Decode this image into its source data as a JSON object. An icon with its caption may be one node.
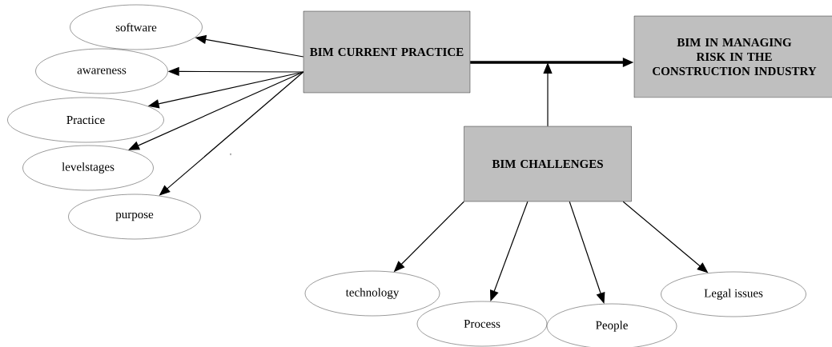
{
  "diagram": {
    "nodes": [
      {
        "text": [
          "BIM CURRENT PRACTICE"
        ]
      },
      {
        "text": [
          "software"
        ]
      },
      {
        "text": [
          "awareness"
        ]
      },
      {
        "text": [
          "Practice"
        ]
      },
      {
        "text": [
          "levelstages"
        ]
      },
      {
        "text": [
          "purpose"
        ]
      },
      {
        "text": [
          "BIM IN MANAGING RISK IN THE CONSTRUCTION INDUSTRY"
        ]
      },
      {
        "text": [
          "BIM CHALLENGES"
        ]
      },
      {
        "text": [
          "technology"
        ]
      },
      {
        "text": [
          "Process"
        ]
      },
      {
        "text": [
          "People"
        ]
      },
      {
        "text": [
          "Legal issues"
        ]
      }
    ],
    "edges": [
      {
        "from": 0,
        "to": 1,
        "arrow": "to"
      },
      {
        "from": 0,
        "to": 2,
        "arrow": "to"
      },
      {
        "from": 0,
        "to": 3,
        "arrow": "to"
      },
      {
        "from": 0,
        "to": 4,
        "arrow": "to"
      },
      {
        "from": 0,
        "to": 5,
        "arrow": "to"
      },
      {
        "from": 0,
        "to": 6,
        "arrow": "to",
        "style": "thick"
      },
      {
        "from": 7,
        "to": null,
        "arrow": "to"
      },
      {
        "from": 7,
        "to": 8,
        "arrow": "to"
      },
      {
        "from": 7,
        "to": 9,
        "arrow": "to"
      },
      {
        "from": 7,
        "to": 10,
        "arrow": "to"
      },
      {
        "from": 7,
        "to": 11,
        "arrow": "to"
      }
    ],
    "labels": [
      "'"
    ]
  }
}
